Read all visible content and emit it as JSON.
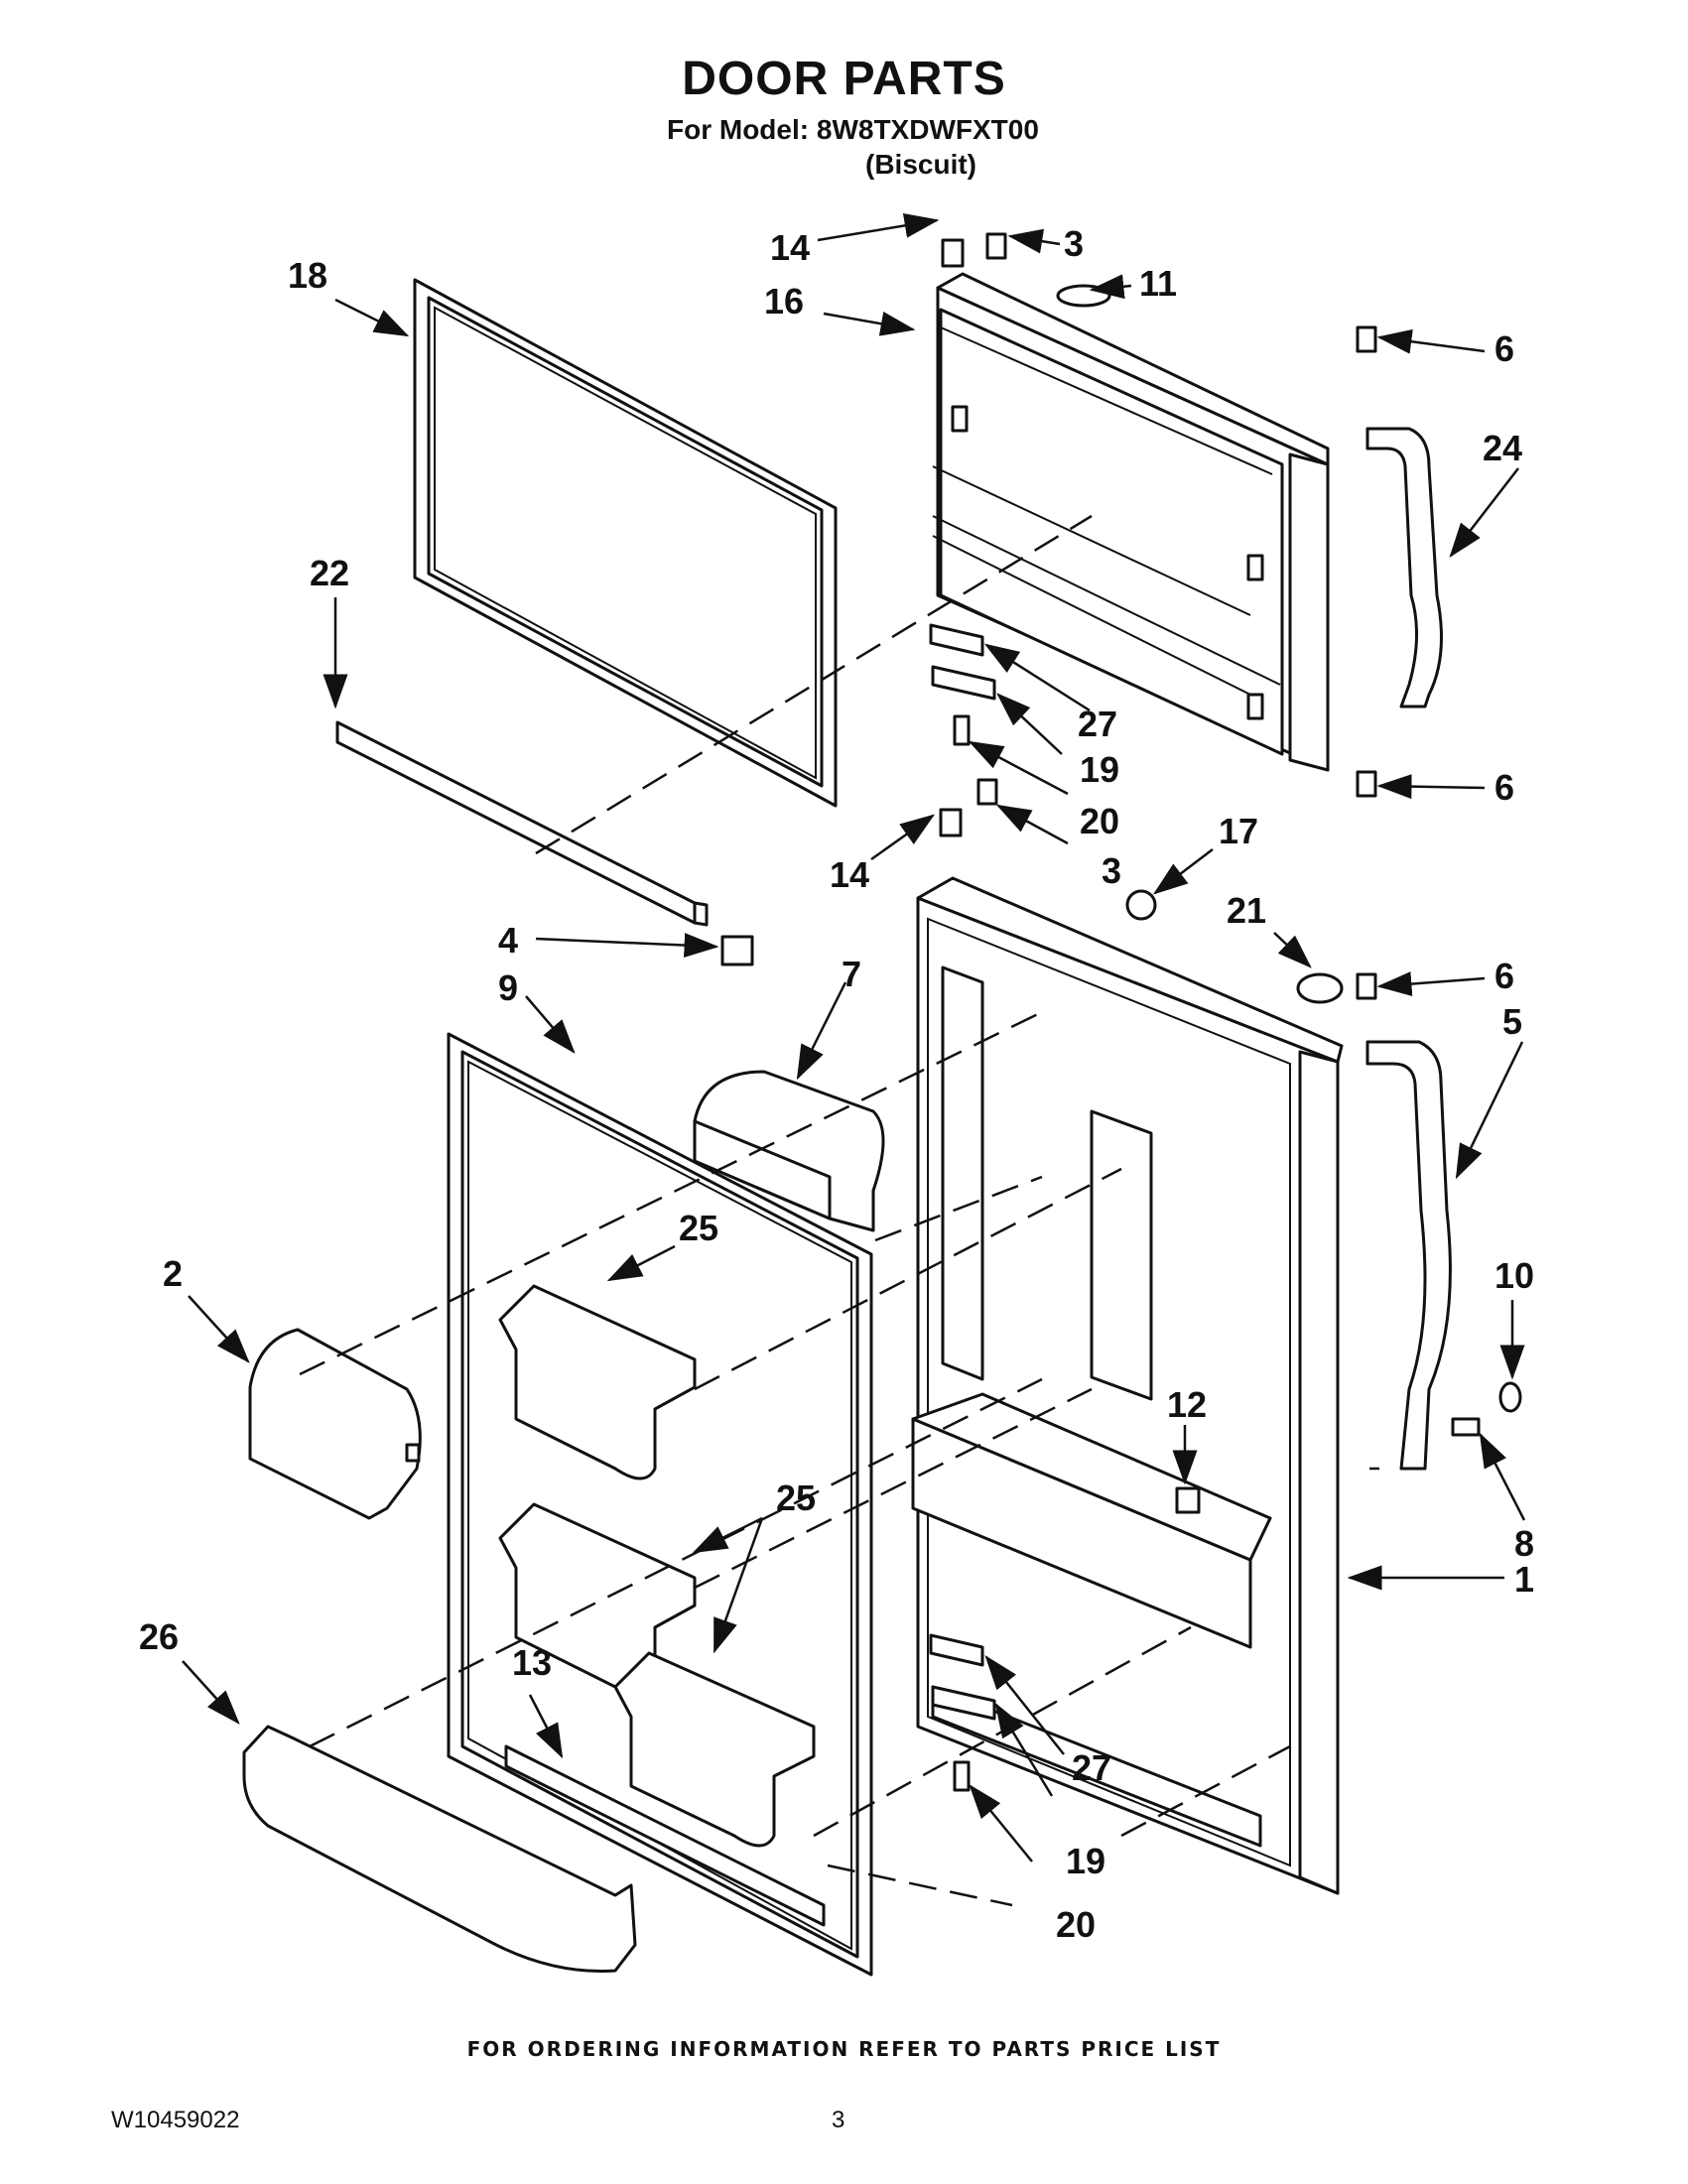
{
  "header": {
    "title": "DOOR PARTS",
    "model_line": "For Model: 8W8TXDWFXT00",
    "color": "(Biscuit)"
  },
  "callouts": [
    "14",
    "3",
    "11",
    "16",
    "18",
    "6",
    "24",
    "22",
    "27",
    "19",
    "20",
    "6",
    "14",
    "3",
    "17",
    "21",
    "4",
    "7",
    "9",
    "6",
    "5",
    "25",
    "2",
    "10",
    "12",
    "25",
    "8",
    "1",
    "26",
    "13",
    "27",
    "19",
    "20"
  ],
  "footer": {
    "order_note": "FOR ORDERING INFORMATION REFER TO PARTS PRICE LIST",
    "document_number": "W10459022",
    "page_number": "3"
  }
}
